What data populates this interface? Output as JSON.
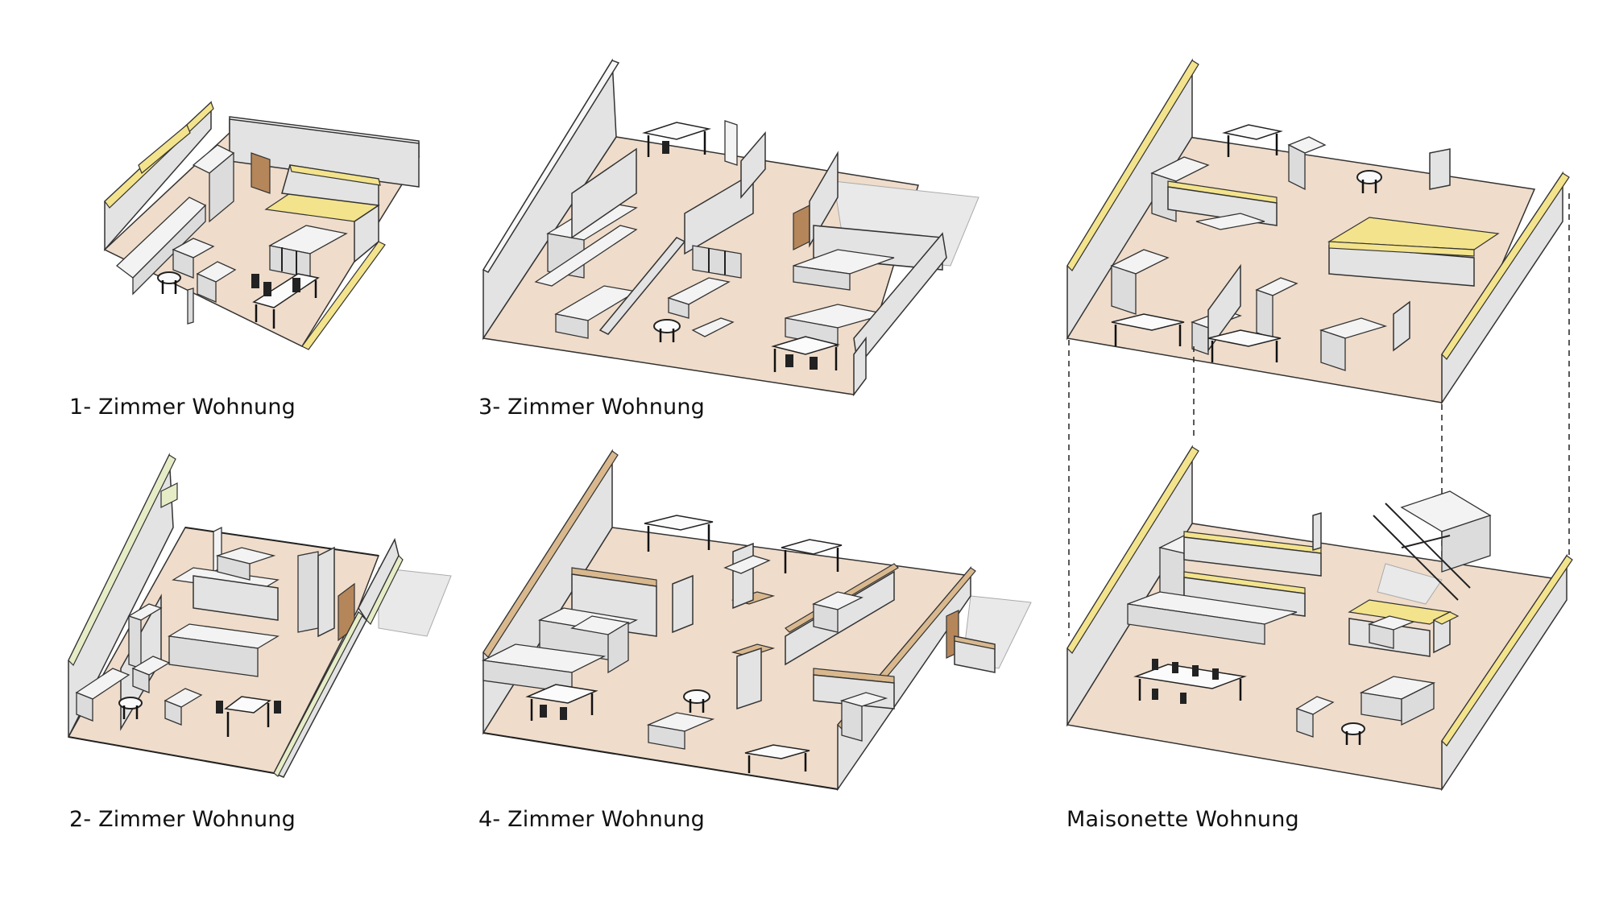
{
  "diagrams": [
    {
      "id": "one-room",
      "caption": "1- Zimmer Wohnung"
    },
    {
      "id": "three-room",
      "caption": "3- Zimmer Wohnung"
    },
    {
      "id": "two-room",
      "caption": "2- Zimmer Wohnung"
    },
    {
      "id": "four-room",
      "caption": "4- Zimmer Wohnung"
    },
    {
      "id": "maisonette",
      "caption": "Maisonette Wohnung"
    }
  ],
  "colors": {
    "floor": "#efdccb",
    "wall_top": "#f7f7f7",
    "wall_side": "#e2e2e2",
    "wall_front": "#cfcfcf",
    "accent_yellow": "#f3e38c",
    "accent_green": "#e6ecc6",
    "accent_wood": "#d9b88e",
    "door": "#b5865a",
    "balcony": "#e6e6e6",
    "line": "#222222"
  }
}
